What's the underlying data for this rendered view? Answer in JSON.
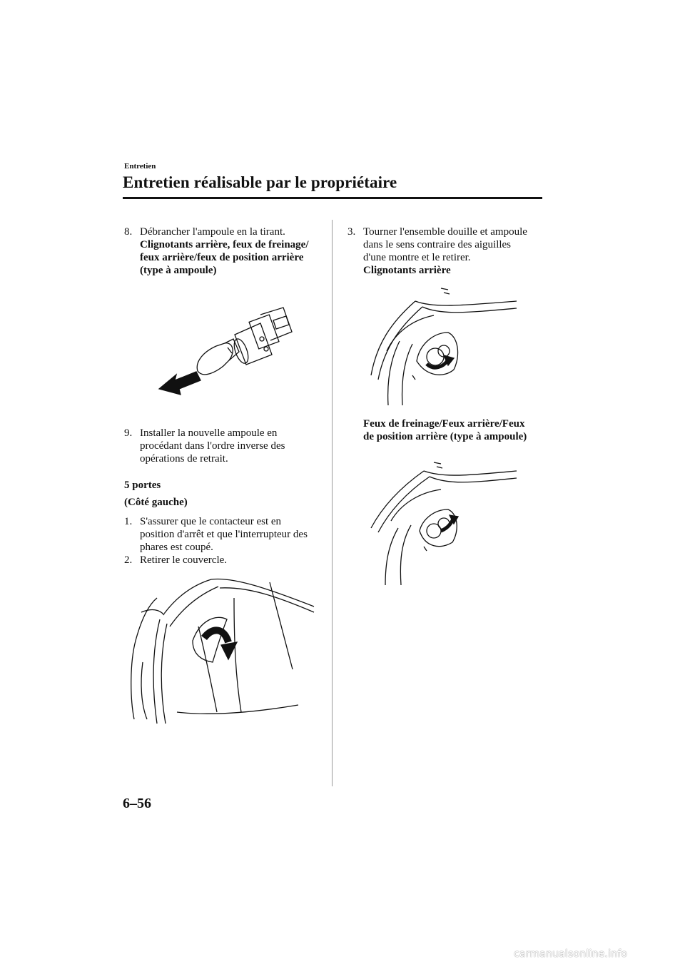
{
  "header": {
    "section": "Entretien",
    "title": "Entretien réalisable par le propriétaire"
  },
  "left": {
    "step8": {
      "num": "8.",
      "text": "Débrancher l'ampoule en la tirant.",
      "bold": [
        "Clignotants arrière, feux de freinage/",
        "feux arrière/feux de position arrière",
        "(type à ampoule)"
      ]
    },
    "step9": {
      "num": "9.",
      "lines": [
        "Installer la nouvelle ampoule en",
        "procédant dans l'ordre inverse des",
        "opérations de retrait."
      ]
    },
    "heading_doors": "5 portes",
    "heading_side": "(Côté gauche)",
    "step1": {
      "num": "1.",
      "lines": [
        "S'assurer que le contacteur est en",
        "position d'arrêt et que l'interrupteur des",
        "phares est coupé."
      ]
    },
    "step2": {
      "num": "2.",
      "text": "Retirer le couvercle."
    }
  },
  "right": {
    "step3": {
      "num": "3.",
      "lines": [
        "Tourner l'ensemble douille et ampoule",
        "dans le sens contraire des aiguilles",
        "d'une montre et le retirer."
      ],
      "bold": "Clignotants arrière"
    },
    "caption2": [
      "Feux de freinage/Feux arrière/Feux",
      "de position arrière (type à ampoule)"
    ]
  },
  "footer": {
    "page_number": "6–56",
    "site": "carmanualsonline.info"
  }
}
